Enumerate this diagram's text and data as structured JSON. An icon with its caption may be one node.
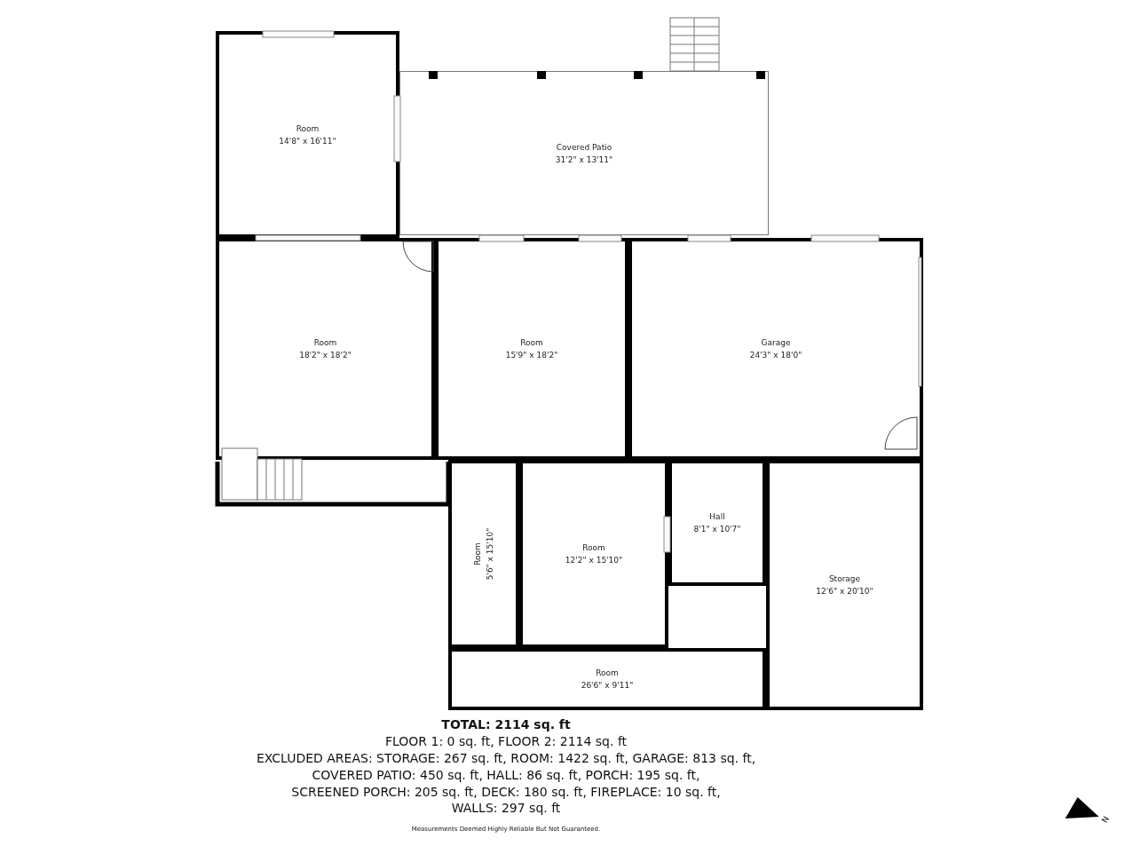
{
  "diagram": {
    "nodes": [
      {
        "text": [
          "Room",
          "14'8\" x 16'11\""
        ]
      },
      {
        "text": [
          "Covered Patio",
          "31'2\" x 13'11\""
        ]
      },
      {
        "text": [
          "Room",
          "18'2\" x 18'2\""
        ]
      },
      {
        "text": [
          "Room",
          "15'9\" x 18'2\""
        ]
      },
      {
        "text": [
          "Garage",
          "24'3\" x 18'0\""
        ]
      },
      {
        "text": [
          "Room",
          "5'6\" x 15'10\""
        ]
      },
      {
        "text": [
          "Room",
          "12'2\" x 15'10\""
        ]
      },
      {
        "text": [
          "Hall",
          "8'1\" x 10'7\""
        ]
      },
      {
        "text": [
          "Storage",
          "12'6\" x 20'10\""
        ]
      },
      {
        "text": [
          "Room",
          "26'6\" x 9'11\""
        ]
      }
    ],
    "edges": [],
    "labels": [
      "TOTAL: 2114 sq. ft",
      "FLOOR 1: 0 sq. ft, FLOOR 2: 2114 sq. ft",
      "EXCLUDED AREAS: STORAGE: 267 sq. ft, ROOM: 1422 sq. ft, GARAGE: 813 sq. ft,",
      "COVERED PATIO: 450 sq. ft, HALL: 86 sq. ft, PORCH: 195 sq. ft,",
      "SCREENED PORCH: 205 sq. ft, DECK: 180 sq. ft, FIREPLACE: 10 sq. ft,",
      "WALLS: 297 sq. ft",
      "Measurements Deemed Highly Reliable But Not Guaranteed.",
      "N"
    ]
  }
}
